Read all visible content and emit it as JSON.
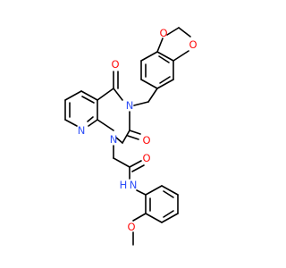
{
  "molecule": {
    "atoms": {
      "o_dioxole_top": {
        "symbol": "O",
        "color": "#ff0d0d"
      },
      "o_dioxole_right": {
        "symbol": "O",
        "color": "#ff0d0d"
      },
      "o_carbonyl_c4": {
        "symbol": "O",
        "color": "#ff0d0d"
      },
      "n3": {
        "symbol": "N",
        "color": "#3050f8"
      },
      "o_carbonyl_c2": {
        "symbol": "O",
        "color": "#ff0d0d"
      },
      "n8_pyridine": {
        "symbol": "N",
        "color": "#3050f8"
      },
      "n1": {
        "symbol": "N",
        "color": "#3050f8"
      },
      "o_amide": {
        "symbol": "O",
        "color": "#ff0d0d"
      },
      "n_amide": {
        "symbol": "N",
        "color": "#3050f8"
      },
      "h_amide": {
        "symbol": "H",
        "color": "#3050f8"
      },
      "o_methoxy": {
        "symbol": "O",
        "color": "#ff0d0d"
      }
    }
  }
}
